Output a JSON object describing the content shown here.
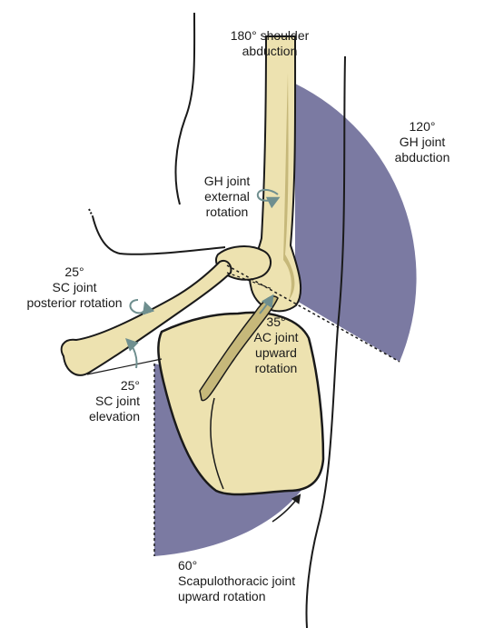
{
  "colors": {
    "bone_fill": "#ede2b0",
    "bone_shade": "#c6b87a",
    "arc_fill": "#7b7aa2",
    "outline": "#1a1a1a",
    "arrow": "#6f8f8f"
  },
  "labels": {
    "shoulder_abduction": {
      "value": "180°",
      "line1": "shoulder",
      "line2": "abduction"
    },
    "gh_abduction": {
      "value": "120°",
      "line1": "GH joint",
      "line2": "abduction"
    },
    "gh_external_rotation": {
      "line1": "GH joint",
      "line2": "external",
      "line3": "rotation"
    },
    "sc_posterior_rotation": {
      "value": "25°",
      "line1": "SC joint",
      "line2": "posterior rotation"
    },
    "ac_upward_rotation": {
      "value": "35°",
      "line1": "AC joint",
      "line2": "upward",
      "line3": "rotation"
    },
    "sc_elevation": {
      "value": "25°",
      "line1": "SC joint",
      "line2": "elevation"
    },
    "scapulothoracic": {
      "value": "60°",
      "line1": "Scapulothoracic joint",
      "line2": "upward rotation"
    }
  }
}
